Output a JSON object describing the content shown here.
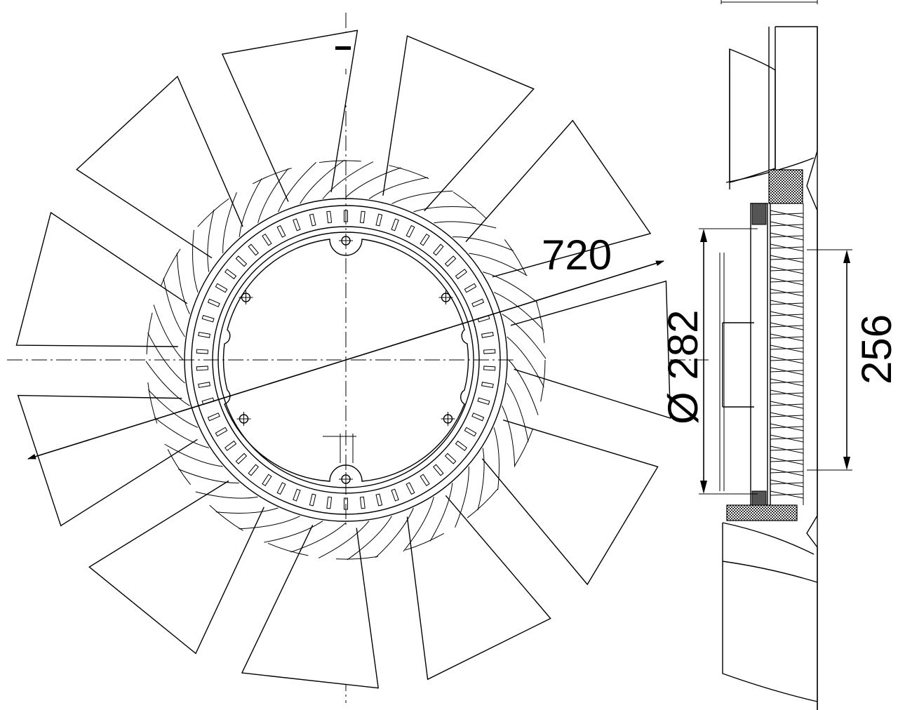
{
  "drawing": {
    "dimensions": {
      "outer_diameter": "720",
      "hub_diameter": "Ø 282",
      "bolt_circle": "256"
    }
  }
}
